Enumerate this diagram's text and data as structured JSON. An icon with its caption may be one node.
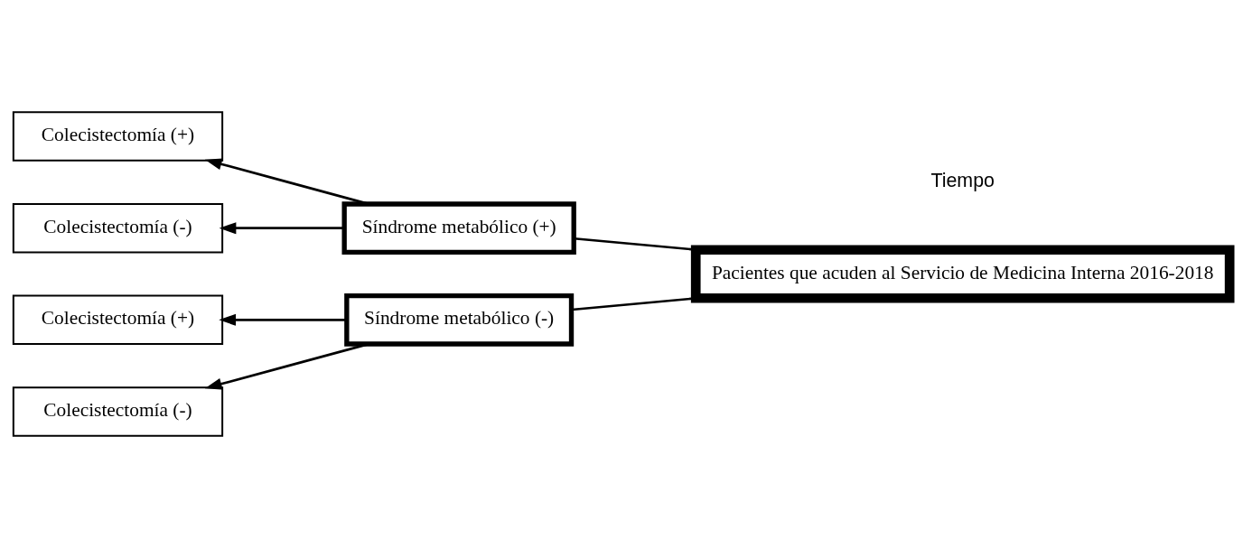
{
  "diagram": {
    "nodes": [
      {
        "text": [
          "Pacientes que acuden al Servicio de Medicina Interna 2016-2018"
        ]
      },
      {
        "text": [
          "Síndrome metabólico (+)"
        ]
      },
      {
        "text": [
          "Síndrome metabólico (-)"
        ]
      },
      {
        "text": [
          "Colecistectomía (+)"
        ]
      },
      {
        "text": [
          "Colecistectomía (-)"
        ]
      },
      {
        "text": [
          "Colecistectomía (+)"
        ]
      },
      {
        "text": [
          "Colecistectomía (-)"
        ]
      }
    ],
    "edges": [
      {
        "from": 0,
        "to": 1,
        "arrow": "none"
      },
      {
        "from": 0,
        "to": 2,
        "arrow": "none"
      },
      {
        "from": 1,
        "to": 3,
        "arrow": "to"
      },
      {
        "from": 1,
        "to": 4,
        "arrow": "to"
      },
      {
        "from": 2,
        "to": 5,
        "arrow": "to"
      },
      {
        "from": 2,
        "to": 6,
        "arrow": "to"
      }
    ],
    "labels": [
      "Tiempo"
    ]
  }
}
